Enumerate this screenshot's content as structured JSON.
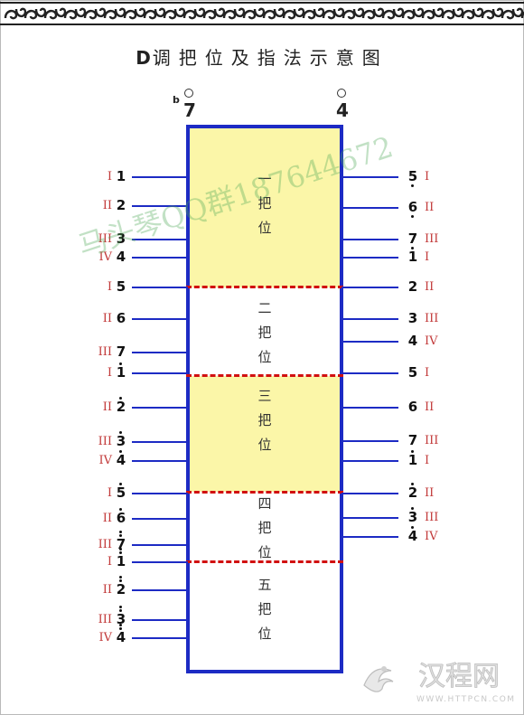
{
  "title": {
    "key": "D",
    "rest": "调把位及指法示意图"
  },
  "top_notes": [
    {
      "id": "left",
      "flat": "b",
      "digit": "7",
      "ring": true
    },
    {
      "id": "right",
      "digit": "4",
      "ring": true
    }
  ],
  "positions": [
    {
      "name": "一把位",
      "chars": [
        "一",
        "把",
        "位"
      ],
      "shaded": true
    },
    {
      "name": "二把位",
      "chars": [
        "二",
        "把",
        "位"
      ],
      "shaded": false
    },
    {
      "name": "三把位",
      "chars": [
        "三",
        "把",
        "位"
      ],
      "shaded": true
    },
    {
      "name": "四把位",
      "chars": [
        "四",
        "把",
        "位"
      ],
      "shaded": false
    },
    {
      "name": "五把位",
      "chars": [
        "五",
        "把",
        "位"
      ],
      "shaded": false
    }
  ],
  "left_string": [
    {
      "digit": "1",
      "dot": "none",
      "finger": "I"
    },
    {
      "digit": "2",
      "dot": "none",
      "finger": "II"
    },
    {
      "digit": "3",
      "dot": "none",
      "finger": "III"
    },
    {
      "digit": "4",
      "dot": "none",
      "finger": "IV"
    },
    {
      "digit": "5",
      "dot": "none",
      "finger": "I"
    },
    {
      "digit": "6",
      "dot": "none",
      "finger": "II"
    },
    {
      "digit": "7",
      "dot": "none",
      "finger": "III"
    },
    {
      "digit": "1",
      "dot": "above",
      "finger": "I"
    },
    {
      "digit": "2",
      "dot": "above",
      "finger": "II"
    },
    {
      "digit": "3",
      "dot": "above",
      "finger": "III"
    },
    {
      "digit": "4",
      "dot": "above",
      "finger": "IV"
    },
    {
      "digit": "5",
      "dot": "above",
      "finger": "I"
    },
    {
      "digit": "6",
      "dot": "above",
      "finger": "II"
    },
    {
      "digit": "7",
      "dot": "above2",
      "finger": "III"
    },
    {
      "digit": "1",
      "dot": "above2",
      "finger": "I"
    },
    {
      "digit": "2",
      "dot": "above2",
      "finger": "II"
    },
    {
      "digit": "3",
      "dot": "above2",
      "finger": "III"
    },
    {
      "digit": "4",
      "dot": "above2",
      "finger": "IV"
    }
  ],
  "right_string": [
    {
      "digit": "5",
      "dot": "below",
      "finger": "I"
    },
    {
      "digit": "6",
      "dot": "below",
      "finger": "II"
    },
    {
      "digit": "7",
      "dot": "below",
      "finger": "III"
    },
    {
      "digit": "1",
      "dot": "none",
      "finger": "I"
    },
    {
      "digit": "2",
      "dot": "none",
      "finger": "II"
    },
    {
      "digit": "3",
      "dot": "none",
      "finger": "III"
    },
    {
      "digit": "4",
      "dot": "none",
      "finger": "IV"
    },
    {
      "digit": "5",
      "dot": "none",
      "finger": "I"
    },
    {
      "digit": "6",
      "dot": "none",
      "finger": "II"
    },
    {
      "digit": "7",
      "dot": "none",
      "finger": "III"
    },
    {
      "digit": "1",
      "dot": "above",
      "finger": "I"
    },
    {
      "digit": "2",
      "dot": "above",
      "finger": "II"
    },
    {
      "digit": "3",
      "dot": "above",
      "finger": "III"
    },
    {
      "digit": "4",
      "dot": "above",
      "finger": "IV"
    }
  ],
  "watermark": "马头琴QQ群187644672",
  "logo": {
    "name": "汉程网",
    "url": "WWW.HTTPCN.COM"
  },
  "colors": {
    "neck": "#1d2bc4",
    "shade": "#fbf6a8",
    "divider": "#d11010",
    "finger": "#c23a3a"
  }
}
